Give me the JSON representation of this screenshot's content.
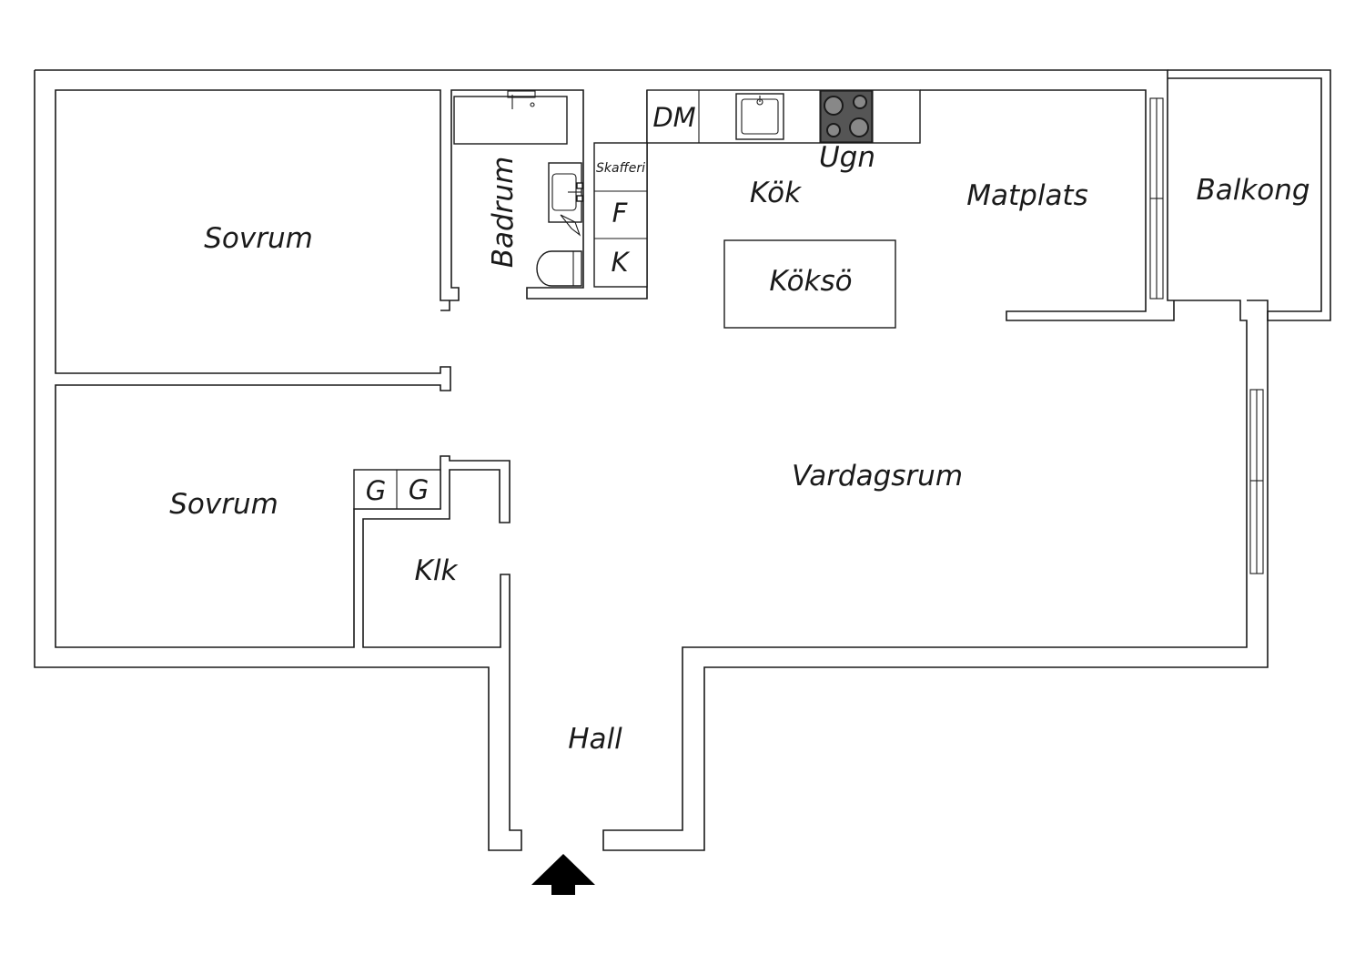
{
  "labels": {
    "sovrum_1": "Sovrum",
    "sovrum_2": "Sovrum",
    "badrum": "Badrum",
    "dm": "DM",
    "skafferi": "Skafferi",
    "f": "F",
    "k": "K",
    "ugn": "Ugn",
    "kok": "Kök",
    "koksö": "Köksö",
    "matplats": "Matplats",
    "balkong": "Balkong",
    "vardagsrum": "Vardagsrum",
    "g_1": "G",
    "g_2": "G",
    "klk": "Klk",
    "hall": "Hall"
  },
  "colors": {
    "line": "#1a1a1a",
    "background": "#ffffff",
    "stove": "#555555",
    "entrance_arrow": "#000000"
  },
  "icons": [
    "entrance-arrow-icon",
    "sink-icon",
    "stove-icon",
    "bathtub-icon",
    "toilet-icon",
    "washbasin-icon"
  ]
}
